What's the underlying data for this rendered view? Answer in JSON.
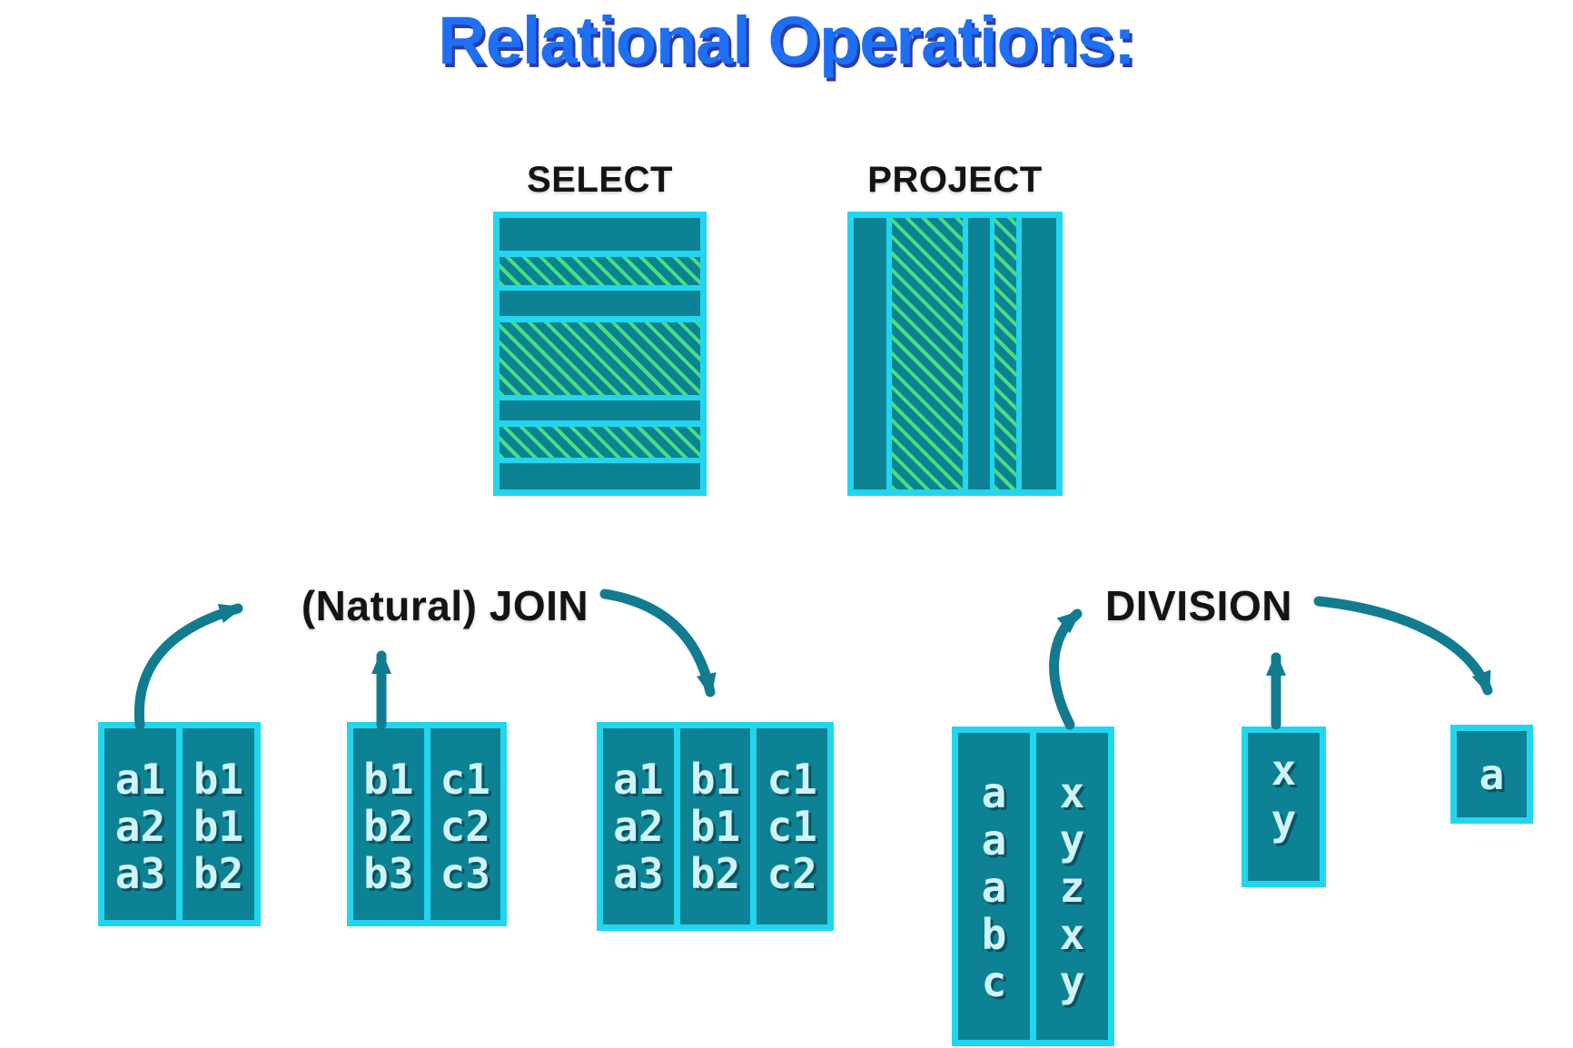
{
  "title": "Relational Operations:",
  "colors": {
    "border": "#22D6EF",
    "fill": "#0D8295",
    "hatch": "#46E07D",
    "arrow": "#117C90",
    "title_blue": "#1E6FF2",
    "title_shadow": "#2B3CAE",
    "cell_text": "#CFF3F7"
  },
  "select": {
    "label": "SELECT",
    "bands": [
      {
        "kind": "solid",
        "size": 36
      },
      {
        "kind": "hatch",
        "size": 31
      },
      {
        "kind": "solid",
        "size": 28
      },
      {
        "kind": "hatch",
        "size": 80
      },
      {
        "kind": "solid",
        "size": 22
      },
      {
        "kind": "hatch",
        "size": 34
      },
      {
        "kind": "solid",
        "size": 29
      }
    ]
  },
  "project": {
    "label": "PROJECT",
    "bands": [
      {
        "kind": "solid",
        "size": 36
      },
      {
        "kind": "hatch",
        "size": 78
      },
      {
        "kind": "solid",
        "size": 24
      },
      {
        "kind": "hatch",
        "size": 24
      },
      {
        "kind": "solid",
        "size": 38
      }
    ]
  },
  "join": {
    "label": "(Natural) JOIN",
    "left_table": {
      "columns": [
        [
          "a1",
          "a2",
          "a3"
        ],
        [
          "b1",
          "b1",
          "b2"
        ]
      ]
    },
    "middle_table": {
      "columns": [
        [
          "b1",
          "b2",
          "b3"
        ],
        [
          "c1",
          "c2",
          "c3"
        ]
      ]
    },
    "result_table": {
      "columns": [
        [
          "a1",
          "a2",
          "a3"
        ],
        [
          "b1",
          "b1",
          "b2"
        ],
        [
          "c1",
          "c1",
          "c2"
        ]
      ]
    }
  },
  "division": {
    "label": "DIVISION",
    "dividend_table": {
      "columns": [
        [
          "a",
          "a",
          "a",
          "b",
          "c"
        ],
        [
          "x",
          "y",
          "z",
          "x",
          "y"
        ]
      ]
    },
    "divisor_table": {
      "columns": [
        [
          "x",
          "y"
        ]
      ]
    },
    "result_table": {
      "columns": [
        [
          "a"
        ]
      ]
    }
  }
}
